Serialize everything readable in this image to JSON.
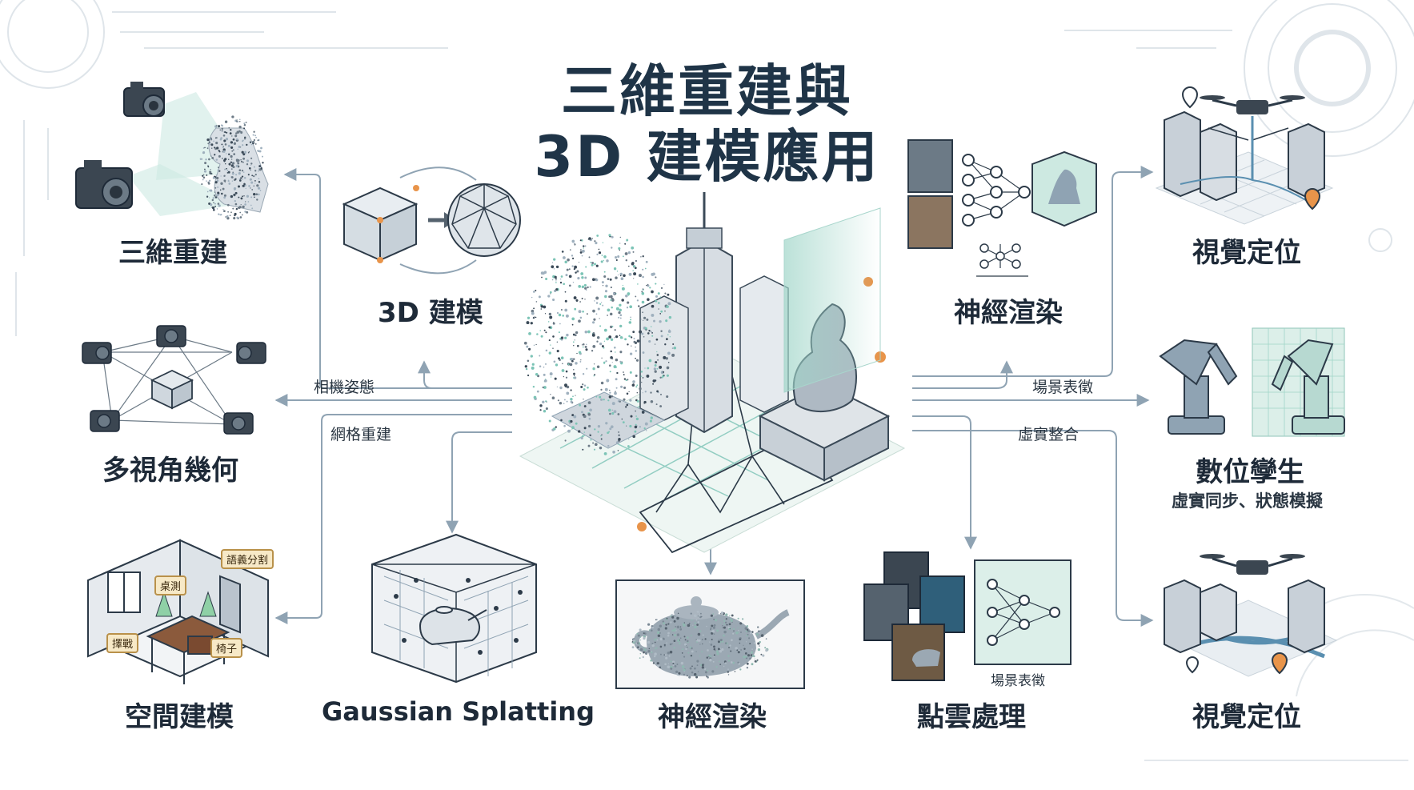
{
  "title": {
    "line1": "三維重建與",
    "line2": "3D 建模應用"
  },
  "nodes": {
    "reconstruction": "三維重建",
    "modeling": "3D 建模",
    "multiview": "多視角幾何",
    "spatial": "空間建模",
    "gaussian": "Gaussian Splatting",
    "neural_bottom": "神經渲染",
    "neural_top": "神經渲染",
    "pointcloud": "點雲處理",
    "visual_loc_top": "視覺定位",
    "digital_twin": "數位孿生",
    "digital_twin_sub": "虛實同步、狀態模擬",
    "visual_loc_bottom": "視覺定位"
  },
  "edges": {
    "camera_pose": "相機姿態",
    "mesh_recon": "網格重建",
    "scene_repr": "場景表徵",
    "virtual_real": "虛實整合"
  },
  "room_tags": {
    "semantic_seg": "語義分割",
    "desk": "桌測",
    "window": "擇戰",
    "chair": "椅子"
  },
  "pointcloud_caption": "場景表徵",
  "colors": {
    "ink": "#2c3a48",
    "teal": "#7cc4b6",
    "teal_light": "#dcefe9",
    "orange": "#e8944a",
    "line": "#8fa3b3"
  }
}
